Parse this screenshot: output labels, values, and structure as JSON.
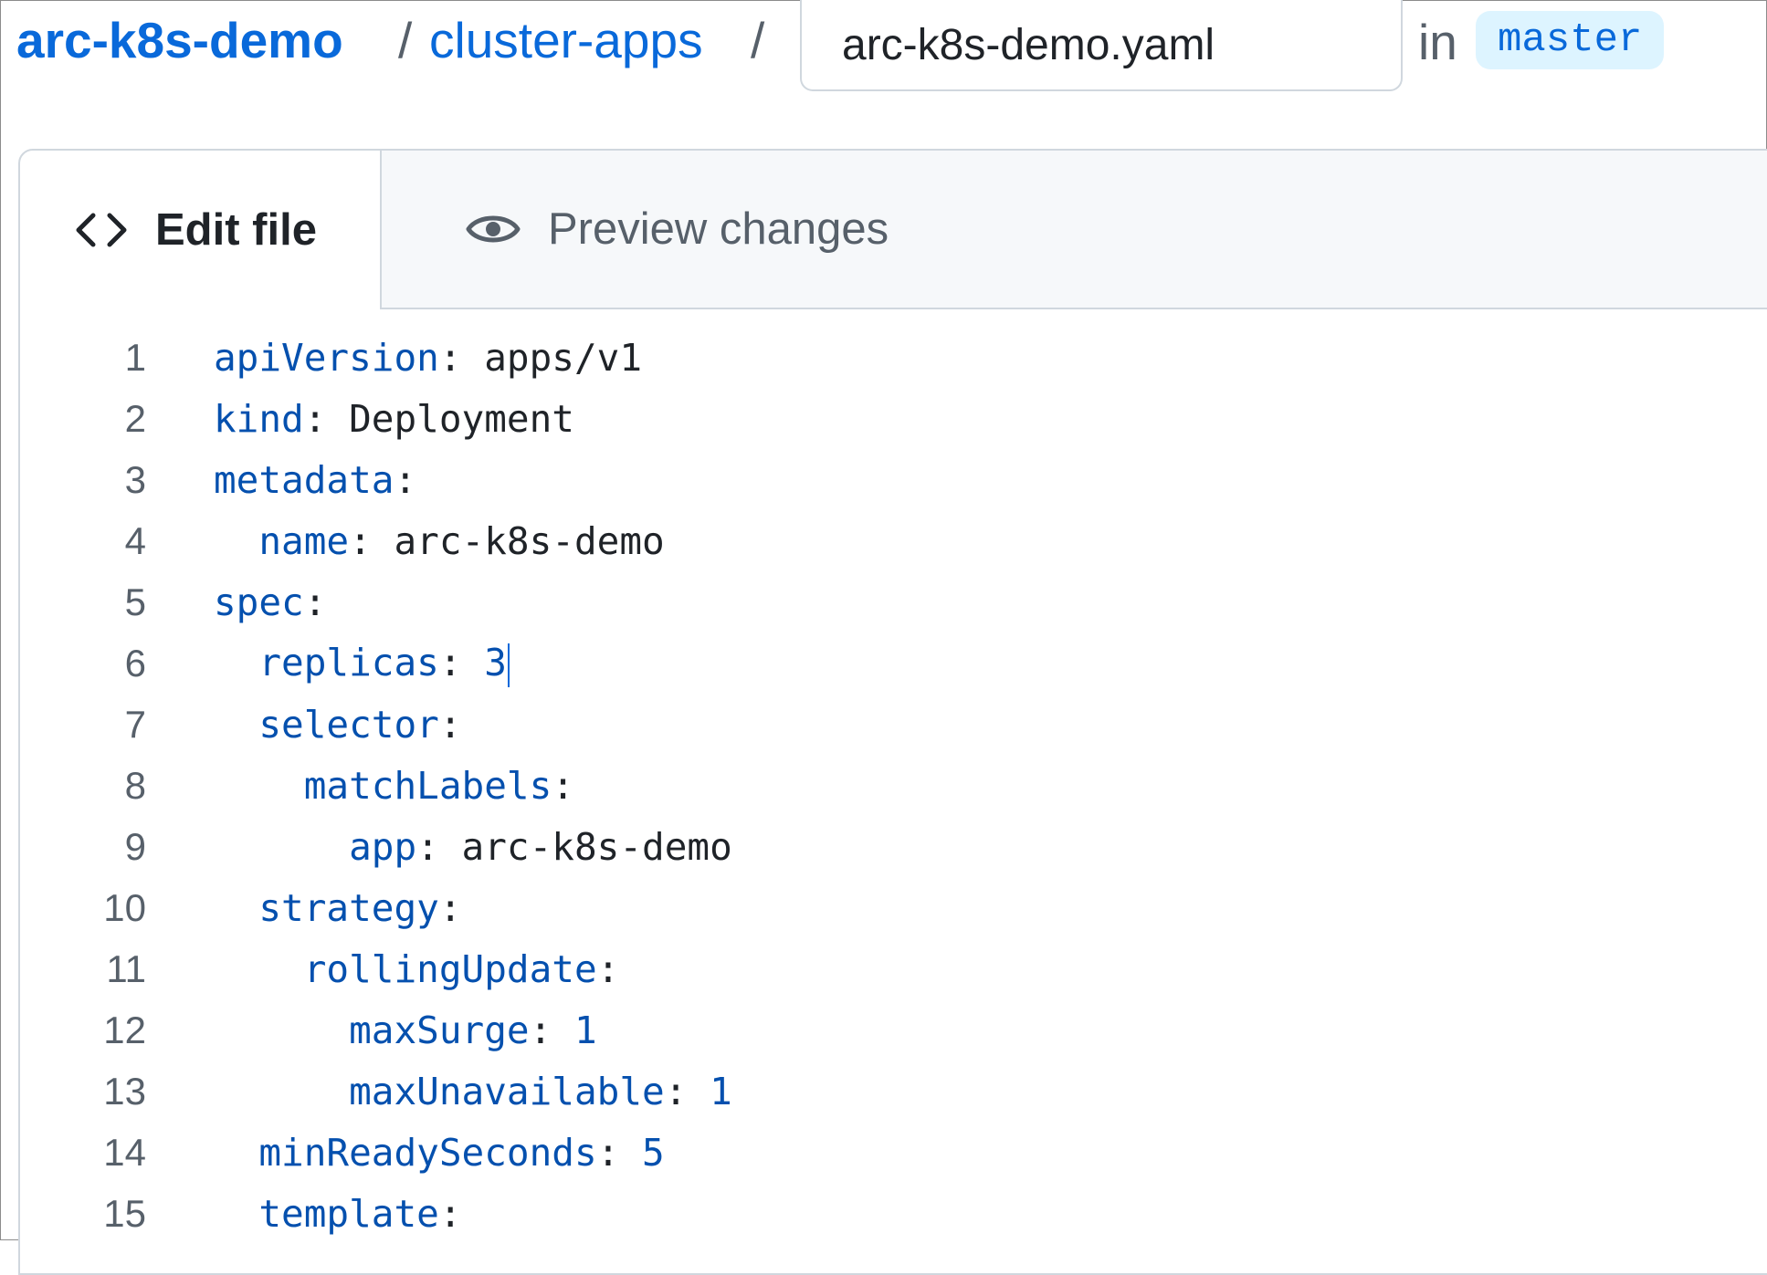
{
  "header": {
    "repo": "arc-k8s-demo",
    "separator": "/",
    "directory": "cluster-apps",
    "filename": "arc-k8s-demo.yaml",
    "in_label": "in",
    "branch": "master"
  },
  "tabs": {
    "edit_label": "Edit file",
    "preview_label": "Preview changes"
  },
  "icons": {
    "edit_tab": "code-icon",
    "preview_tab": "eye-icon"
  },
  "colors": {
    "link": "#0969da",
    "key": "#0550ae",
    "badge_bg": "#ddf4ff"
  },
  "code_lines": [
    {
      "num": "1",
      "indent": "",
      "key": "apiVersion",
      "sep": ": ",
      "value": "apps/v1",
      "value_kind": "text"
    },
    {
      "num": "2",
      "indent": "",
      "key": "kind",
      "sep": ": ",
      "value": "Deployment",
      "value_kind": "text"
    },
    {
      "num": "3",
      "indent": "",
      "key": "metadata",
      "sep": ":",
      "value": "",
      "value_kind": "text"
    },
    {
      "num": "4",
      "indent": "  ",
      "key": "name",
      "sep": ": ",
      "value": "arc-k8s-demo",
      "value_kind": "text"
    },
    {
      "num": "5",
      "indent": "",
      "key": "spec",
      "sep": ":",
      "value": "",
      "value_kind": "text"
    },
    {
      "num": "6",
      "indent": "  ",
      "key": "replicas",
      "sep": ": ",
      "value": "3",
      "value_kind": "number",
      "cursor": true
    },
    {
      "num": "7",
      "indent": "  ",
      "key": "selector",
      "sep": ":",
      "value": "",
      "value_kind": "text"
    },
    {
      "num": "8",
      "indent": "    ",
      "key": "matchLabels",
      "sep": ":",
      "value": "",
      "value_kind": "text"
    },
    {
      "num": "9",
      "indent": "      ",
      "key": "app",
      "sep": ": ",
      "value": "arc-k8s-demo",
      "value_kind": "text"
    },
    {
      "num": "10",
      "indent": "  ",
      "key": "strategy",
      "sep": ":",
      "value": "",
      "value_kind": "text"
    },
    {
      "num": "11",
      "indent": "    ",
      "key": "rollingUpdate",
      "sep": ":",
      "value": "",
      "value_kind": "text"
    },
    {
      "num": "12",
      "indent": "      ",
      "key": "maxSurge",
      "sep": ": ",
      "value": "1",
      "value_kind": "number"
    },
    {
      "num": "13",
      "indent": "      ",
      "key": "maxUnavailable",
      "sep": ": ",
      "value": "1",
      "value_kind": "number"
    },
    {
      "num": "14",
      "indent": "  ",
      "key": "minReadySeconds",
      "sep": ": ",
      "value": "5",
      "value_kind": "number"
    },
    {
      "num": "15",
      "indent": "  ",
      "key": "template",
      "sep": ":",
      "value": "",
      "value_kind": "text"
    }
  ]
}
